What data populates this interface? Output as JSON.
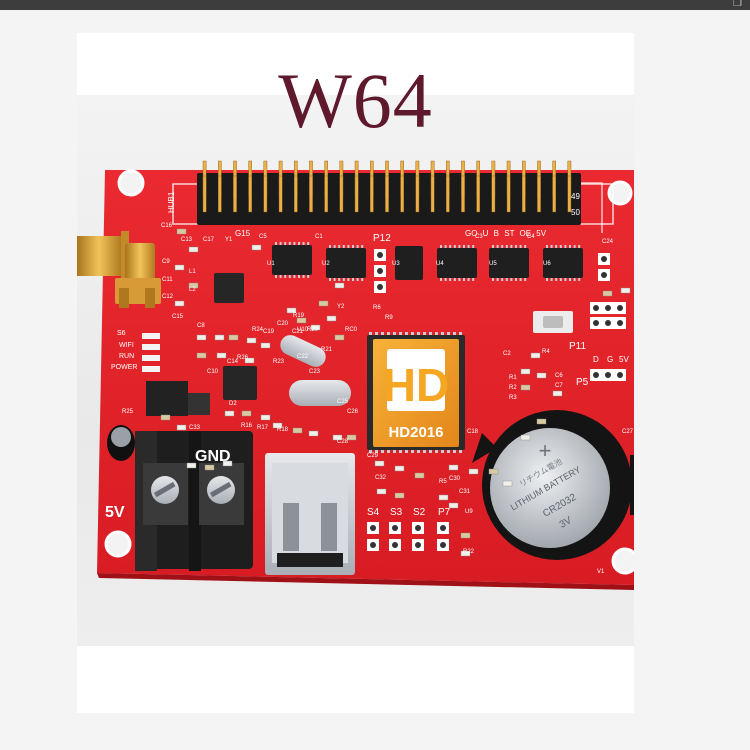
{
  "window": {
    "corner_icon": "restore-icon"
  },
  "product": {
    "title": "W64"
  },
  "board": {
    "colors": {
      "pcb": "#e8232a",
      "pcb_dark": "#c8161d",
      "silk": "#ffffff",
      "chip": "#1f1f1f",
      "gold": "#f5a623",
      "metal": "#c9cdd3"
    },
    "logo_letters": "HD",
    "chip_label": "HD2016",
    "connector_label_hub": "HUB1",
    "connector_label_g": "G15",
    "connector_label_right": "49",
    "connector_label_right2": "50",
    "header_signals": "GO U B ST OE 5V",
    "power_labels": {
      "gnd": "GND",
      "v5": "5V"
    },
    "led_labels": [
      "S6",
      "WIFI",
      "RUN",
      "POWER"
    ],
    "switch_labels": [
      "S4",
      "S3",
      "S2",
      "P7"
    ],
    "port_labels": [
      "P12",
      "P11",
      "P5"
    ],
    "port_pins": [
      "D",
      "G",
      "5V"
    ],
    "battery": {
      "line1": "LITHIUM BATTERY",
      "line2": "CR2032",
      "line3": "3V",
      "jp": "リチウム電池"
    },
    "component_labels": [
      "C16",
      "C13",
      "C17",
      "Y1",
      "C5",
      "C1",
      "C3",
      "C4",
      "C24",
      "U1",
      "U2",
      "U3",
      "U4",
      "U5",
      "U6",
      "C9",
      "C11",
      "C12",
      "C15",
      "L1",
      "L2",
      "R9",
      "R1",
      "R2",
      "R3",
      "R4",
      "C2",
      "C6",
      "C7",
      "C8",
      "C10",
      "C14",
      "C19",
      "C20",
      "C21",
      "C22",
      "C23",
      "C25",
      "C26",
      "C27",
      "C28",
      "C29",
      "C30",
      "C31",
      "C32",
      "C33",
      "R16",
      "R17",
      "R18",
      "R19",
      "R20",
      "R21",
      "R23",
      "R24",
      "R25",
      "R26",
      "D2",
      "U9",
      "U10",
      "RC0",
      "Y2",
      "R6",
      "R5",
      "C18",
      "R22",
      "V1"
    ]
  }
}
